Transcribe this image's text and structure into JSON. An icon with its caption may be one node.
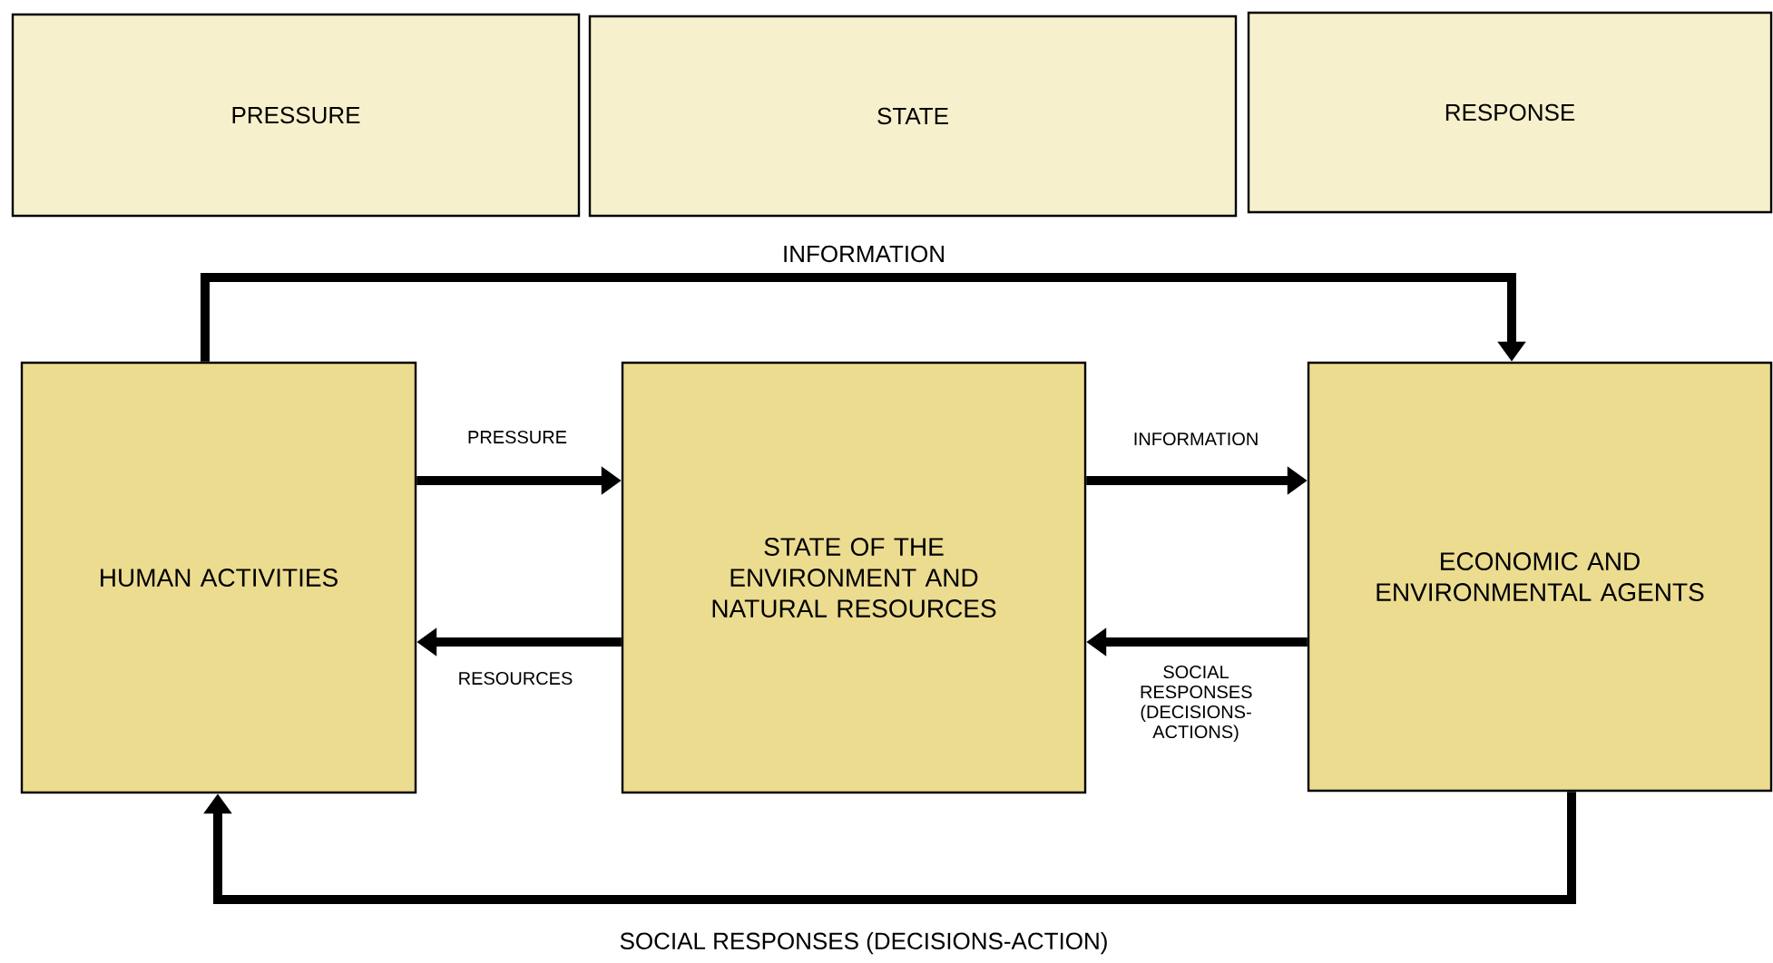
{
  "diagram": {
    "nodes": [
      {
        "text": [
          "PRESSURE"
        ]
      },
      {
        "text": [
          "STATE"
        ]
      },
      {
        "text": [
          "RESPONSE"
        ]
      },
      {
        "text": [
          "HUMAN ACTIVITIES"
        ]
      },
      {
        "text": [
          "STATE OF THE ENVIRONMENT AND NATURAL RESOURCES"
        ]
      },
      {
        "text": [
          "ECONOMIC AND ENVIRONMENTAL AGENTS"
        ]
      }
    ],
    "edges": [
      {
        "from": 3,
        "to": 5,
        "arrow": "to",
        "label": "INFORMATION"
      },
      {
        "from": 3,
        "to": 4,
        "arrow": "to",
        "label": "PRESSURE"
      },
      {
        "from": 4,
        "to": 5,
        "arrow": "to",
        "label": "INFORMATION"
      },
      {
        "from": 4,
        "to": 3,
        "arrow": "to",
        "label": "RESOURCES"
      },
      {
        "from": 5,
        "to": 4,
        "arrow": "to",
        "label": "SOCIAL RESPONSES (DECISIONS-ACTIONS)"
      },
      {
        "from": 5,
        "to": 3,
        "arrow": "to",
        "label": "SOCIAL RESPONSES (DECISIONS-ACTION)"
      }
    ]
  }
}
